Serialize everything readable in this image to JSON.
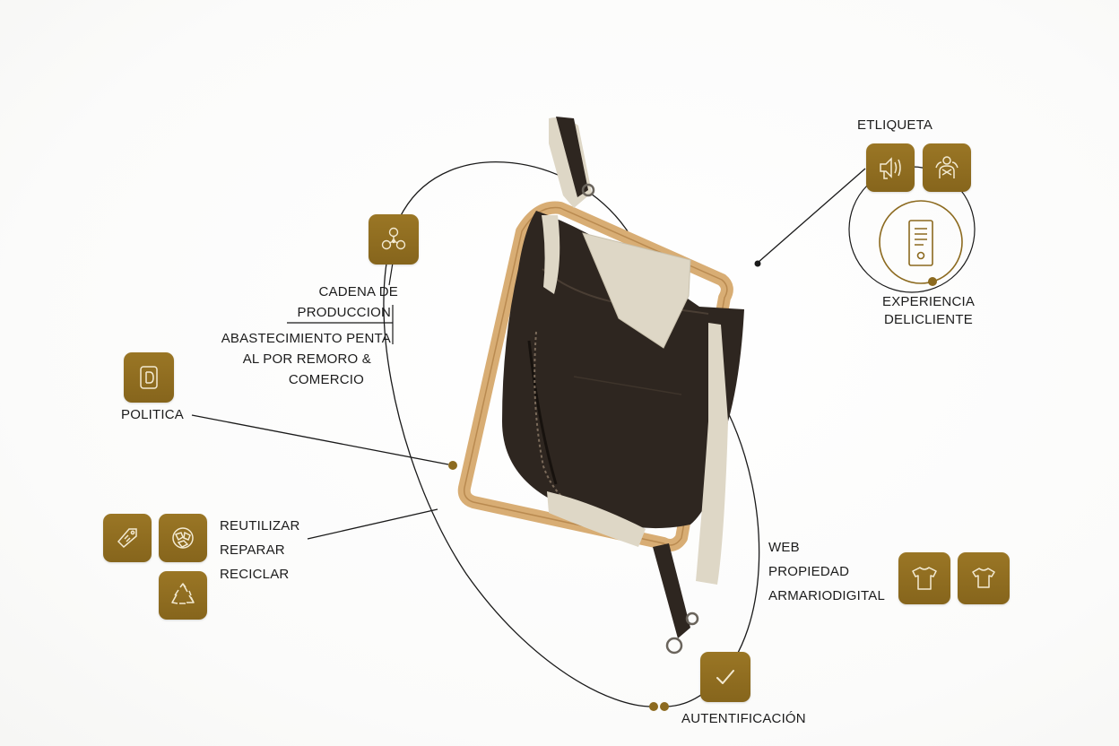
{
  "colors": {
    "accent": "#8c6a1f",
    "line": "#1a1a1a",
    "bag_leather": "#2e2620",
    "bag_felt": "#ded7c6",
    "frame_wood": "#d8ad74"
  },
  "labels": {
    "etiqueta": "ETLIQUETA",
    "experiencia_1": "EXPERIENCIA",
    "experiencia_2": "DELICLIENTE",
    "cadena_1": "CADENA DE",
    "cadena_2": "PRODUCCION",
    "abastecimiento": "ABASTECIMIENTO PENTA",
    "al_por": "AL POR REMORO &",
    "comercio": "COMERCIO",
    "politica": "POLITICA",
    "reutilizar": "REUTILIZAR",
    "reparar": "REPARAR",
    "reciclar": "RECICLAR",
    "web": "WEB",
    "propiedad": "PROPIEDAD",
    "armario": "ARMARIODIGITAL",
    "autentificacion": "AUTENTIFICACIÓN"
  },
  "icons": [
    "supply-chain-icon",
    "id-document-icon",
    "price-tag-icon",
    "repair-puzzle-icon",
    "recycle-icon",
    "speaker-nfc-icon",
    "customer-figure-icon",
    "phone-tag-icon",
    "tshirt-icon",
    "tshirt-alt-icon",
    "checkmark-icon"
  ]
}
